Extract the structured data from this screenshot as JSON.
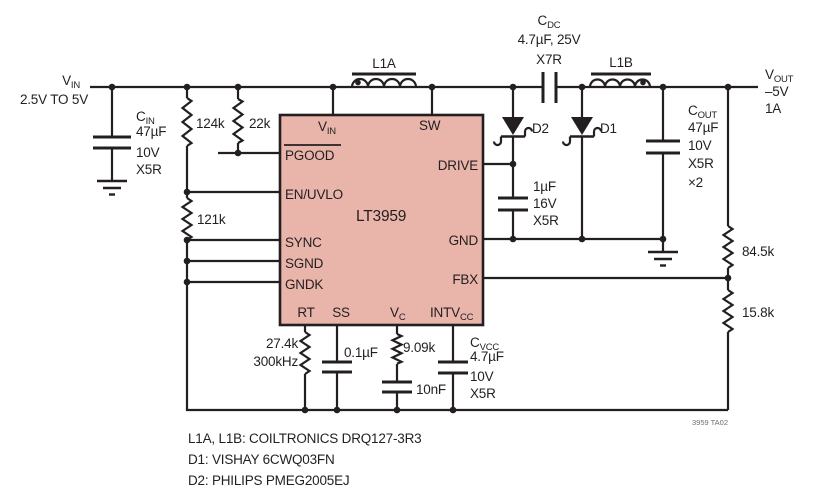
{
  "colors": {
    "ic_fill": "#e9b5ab",
    "line": "#231f20",
    "footnote_gray": "#6d6e71",
    "background": "#ffffff"
  },
  "input": {
    "label": {
      "main": "V",
      "sub": "IN"
    },
    "range": "2.5V TO 5V"
  },
  "output": {
    "label": {
      "main": "V",
      "sub": "OUT"
    },
    "voltage": "–5V",
    "current": "1A"
  },
  "ic": {
    "name": "LT3959",
    "pins": {
      "vin": {
        "main": "V",
        "sub": "IN"
      },
      "sw": "SW",
      "pgood": "PGOOD",
      "en_uvlo": "EN/UVLO",
      "sync": "SYNC",
      "sgnd": "SGND",
      "gndk": "GNDK",
      "drive": "DRIVE",
      "gnd": "GND",
      "fbx": "FBX",
      "rt": "RT",
      "ss": "SS",
      "vc": {
        "main": "V",
        "sub": "C"
      },
      "intvcc": {
        "main": "INTV",
        "sub": "CC"
      }
    }
  },
  "components": {
    "cin": {
      "ref": {
        "main": "C",
        "sub": "IN"
      },
      "lines": [
        "47µF",
        "10V",
        "X5R"
      ]
    },
    "r_124k": {
      "value": "124k"
    },
    "r_22k": {
      "value": "22k"
    },
    "r_121k": {
      "value": "121k"
    },
    "l1a": {
      "value": "L1A"
    },
    "l1b": {
      "value": "L1B"
    },
    "cdc": {
      "ref": {
        "main": "C",
        "sub": "DC"
      },
      "lines": [
        "4.7µF, 25V",
        "X7R"
      ]
    },
    "d2": {
      "value": "D2"
    },
    "d1": {
      "value": "D1"
    },
    "c_drive": {
      "lines": [
        "1µF",
        "16V",
        "X5R"
      ]
    },
    "cout": {
      "ref": {
        "main": "C",
        "sub": "OUT"
      },
      "lines": [
        "47µF",
        "10V",
        "X5R",
        "×2"
      ]
    },
    "r_84_5k": {
      "value": "84.5k"
    },
    "r_15_8k": {
      "value": "15.8k"
    },
    "r_rt": {
      "value": "27.4k",
      "freq": "300kHz"
    },
    "c_ss": {
      "value": "0.1µF"
    },
    "r_vc": {
      "value": "9.09k"
    },
    "c_vc": {
      "value": "10nF"
    },
    "cvcc": {
      "ref": {
        "main": "C",
        "sub": "VCC"
      },
      "lines": [
        "4.7µF",
        "10V",
        "X5R"
      ]
    }
  },
  "notes": {
    "line1": "L1A, L1B: COILTRONICS DRQ127-3R3",
    "line2": "D1: VISHAY 6CWQ03FN",
    "line3": "D2: PHILIPS PMEG2005EJ"
  },
  "footnote": "3959 TA02"
}
